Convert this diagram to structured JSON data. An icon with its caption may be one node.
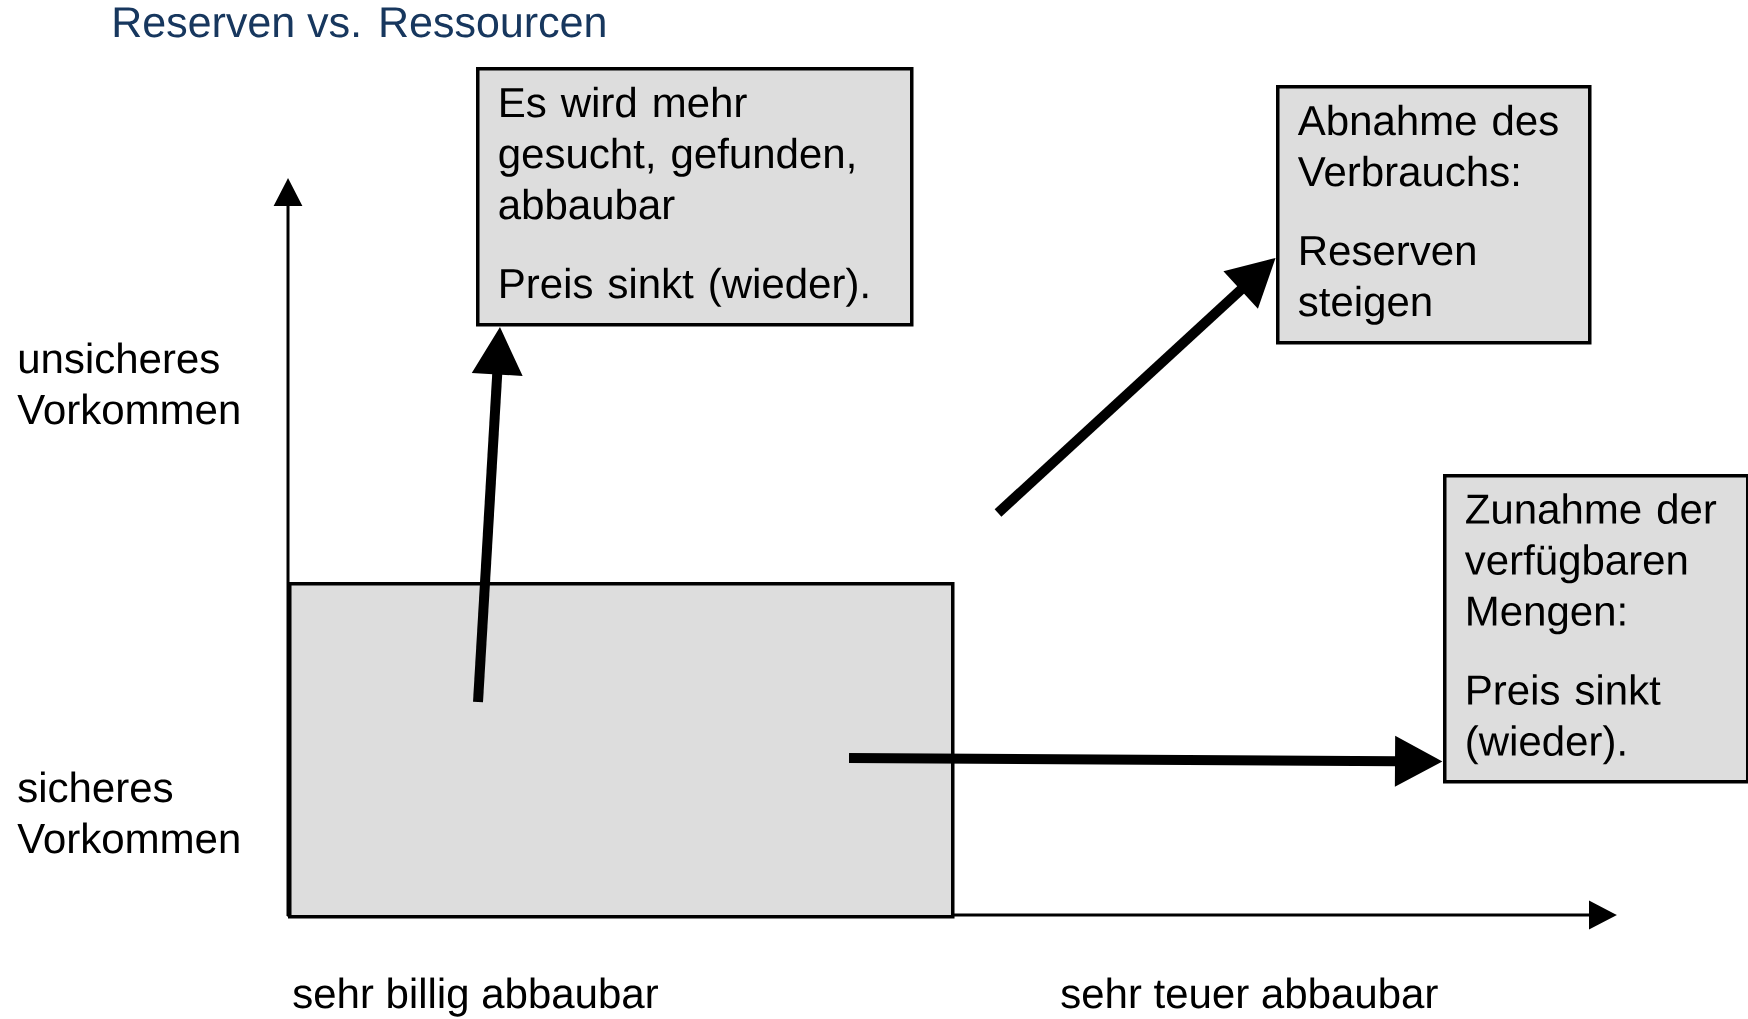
{
  "diagram": {
    "title": "Reserven vs. Ressourcen",
    "nodes": [
      {
        "text": [
          "Es wird mehr gesucht, gefunden, abbaubar",
          "Preis sinkt (wieder)."
        ]
      },
      {
        "text": [
          "Abnahme des Verbrauchs:",
          "Reserven steigen"
        ]
      },
      {
        "text": [
          "Zunahme der verfügbaren Mengen:",
          "Preis sinkt (wieder)."
        ]
      },
      {
        "text": [],
        "shape": "box"
      }
    ],
    "edges": [
      {
        "from": 3,
        "to": 0,
        "arrow": "to"
      },
      {
        "from": null,
        "to": 1,
        "arrow": "to"
      },
      {
        "from": 3,
        "to": 2,
        "arrow": "to"
      }
    ],
    "labels": [
      "unsicheres Vorkommen",
      "sicheres Vorkommen",
      "sehr billig abbaubar",
      "sehr teuer abbaubar"
    ]
  }
}
